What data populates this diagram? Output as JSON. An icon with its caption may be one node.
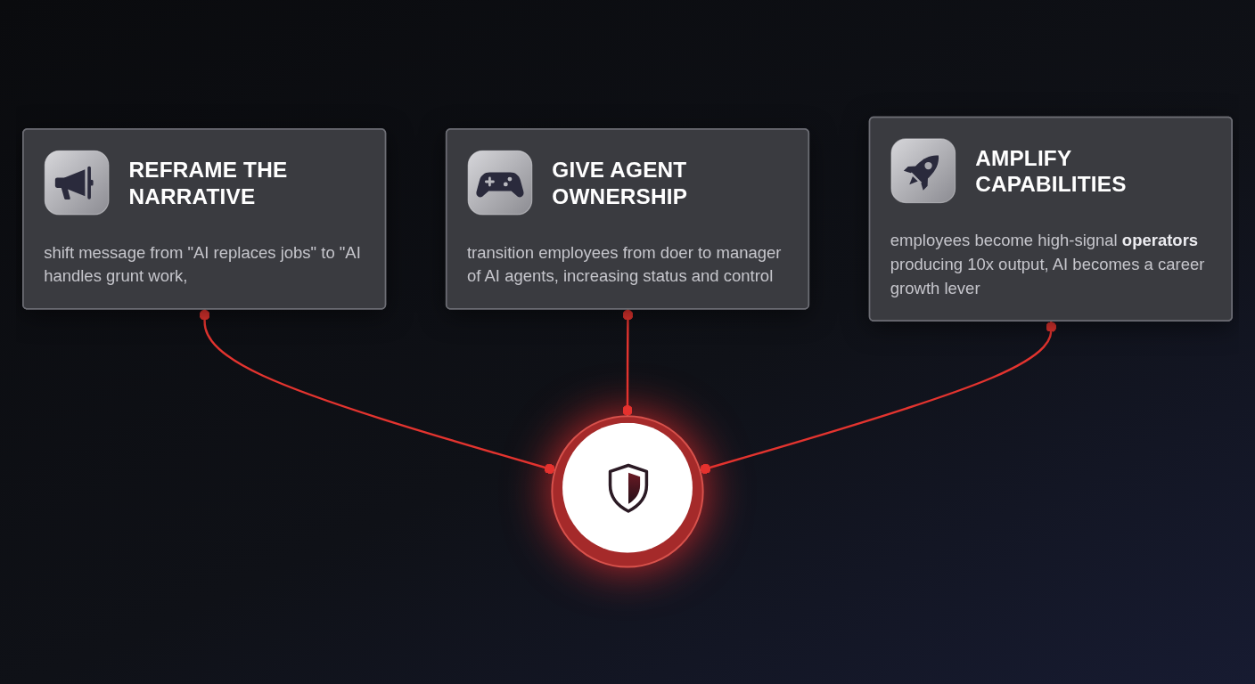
{
  "diagram": {
    "nodes": [
      {
        "text": [
          "GIVE AGENT OWNERSHIP",
          "transition employees from doer to manager of AI agents, increasing status and control"
        ]
      },
      {
        "text": [
          "REFRAME THE NARRATIVE",
          "shift message from \"AI replaces jobs\" to \"AI handles grunt work,"
        ]
      },
      {
        "text": [
          "AMPLIFY CAPABILITIES",
          "employees become high-signal **operators** producing 10x output, AI becomes a career growth lever"
        ]
      },
      {
        "text": [],
        "shape": "circle"
      }
    ],
    "edges": [
      {
        "from": 3,
        "to": 1,
        "arrow": "other"
      },
      {
        "from": 3,
        "to": 0,
        "arrow": "other"
      },
      {
        "from": 3,
        "to": 2,
        "arrow": "other"
      }
    ]
  }
}
